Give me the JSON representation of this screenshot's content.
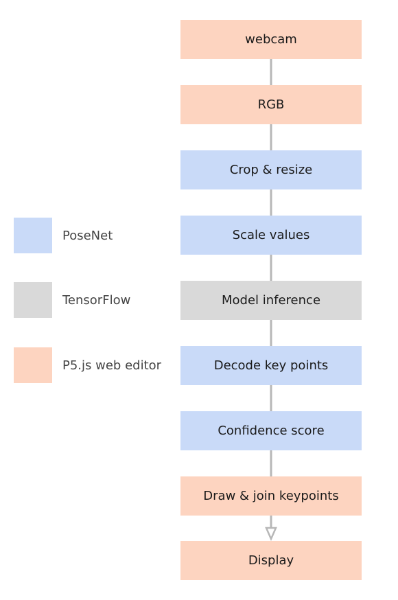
{
  "colors": {
    "posenet": "#c9daf8",
    "tensorflow": "#d9d9d9",
    "p5js": "#fdd4c0",
    "connector": "#b7b7b7"
  },
  "legend": [
    {
      "label": "PoseNet",
      "category": "posenet"
    },
    {
      "label": "TensorFlow",
      "category": "tensorflow"
    },
    {
      "label": "P5.js web editor",
      "category": "p5js"
    }
  ],
  "steps": [
    {
      "label": "webcam",
      "category": "p5js"
    },
    {
      "label": "RGB",
      "category": "p5js"
    },
    {
      "label": "Crop & resize",
      "category": "posenet"
    },
    {
      "label": "Scale values",
      "category": "posenet"
    },
    {
      "label": "Model inference",
      "category": "tensorflow"
    },
    {
      "label": "Decode key points",
      "category": "posenet"
    },
    {
      "label": "Confidence score",
      "category": "posenet"
    },
    {
      "label": "Draw & join keypoints",
      "category": "p5js"
    },
    {
      "label": "Display",
      "category": "p5js"
    }
  ]
}
